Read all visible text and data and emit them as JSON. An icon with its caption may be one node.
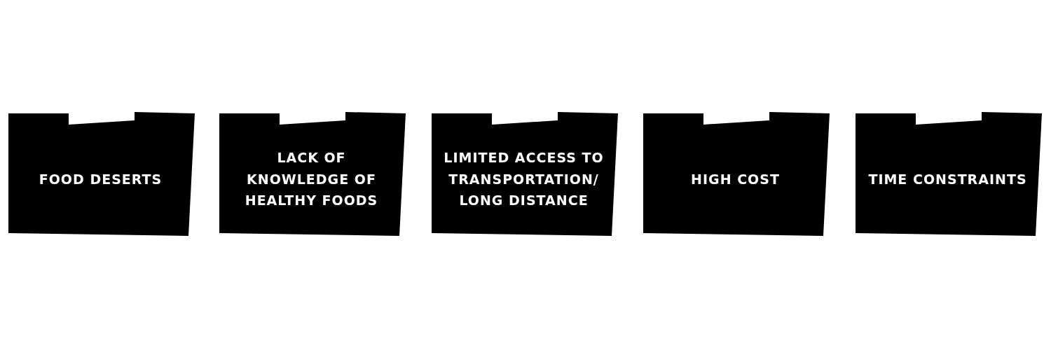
{
  "diagram": {
    "nodes": [
      {
        "text": [
          "FOOD DESERTS"
        ]
      },
      {
        "text": [
          "LACK OF KNOWLEDGE OF HEALTHY FOODS"
        ]
      },
      {
        "text": [
          "LIMITED ACCESS TO TRANSPORTATION/ LONG DISTANCE"
        ]
      },
      {
        "text": [
          "HIGH COST"
        ]
      },
      {
        "text": [
          "TIME CONSTRAINTS"
        ]
      }
    ]
  }
}
